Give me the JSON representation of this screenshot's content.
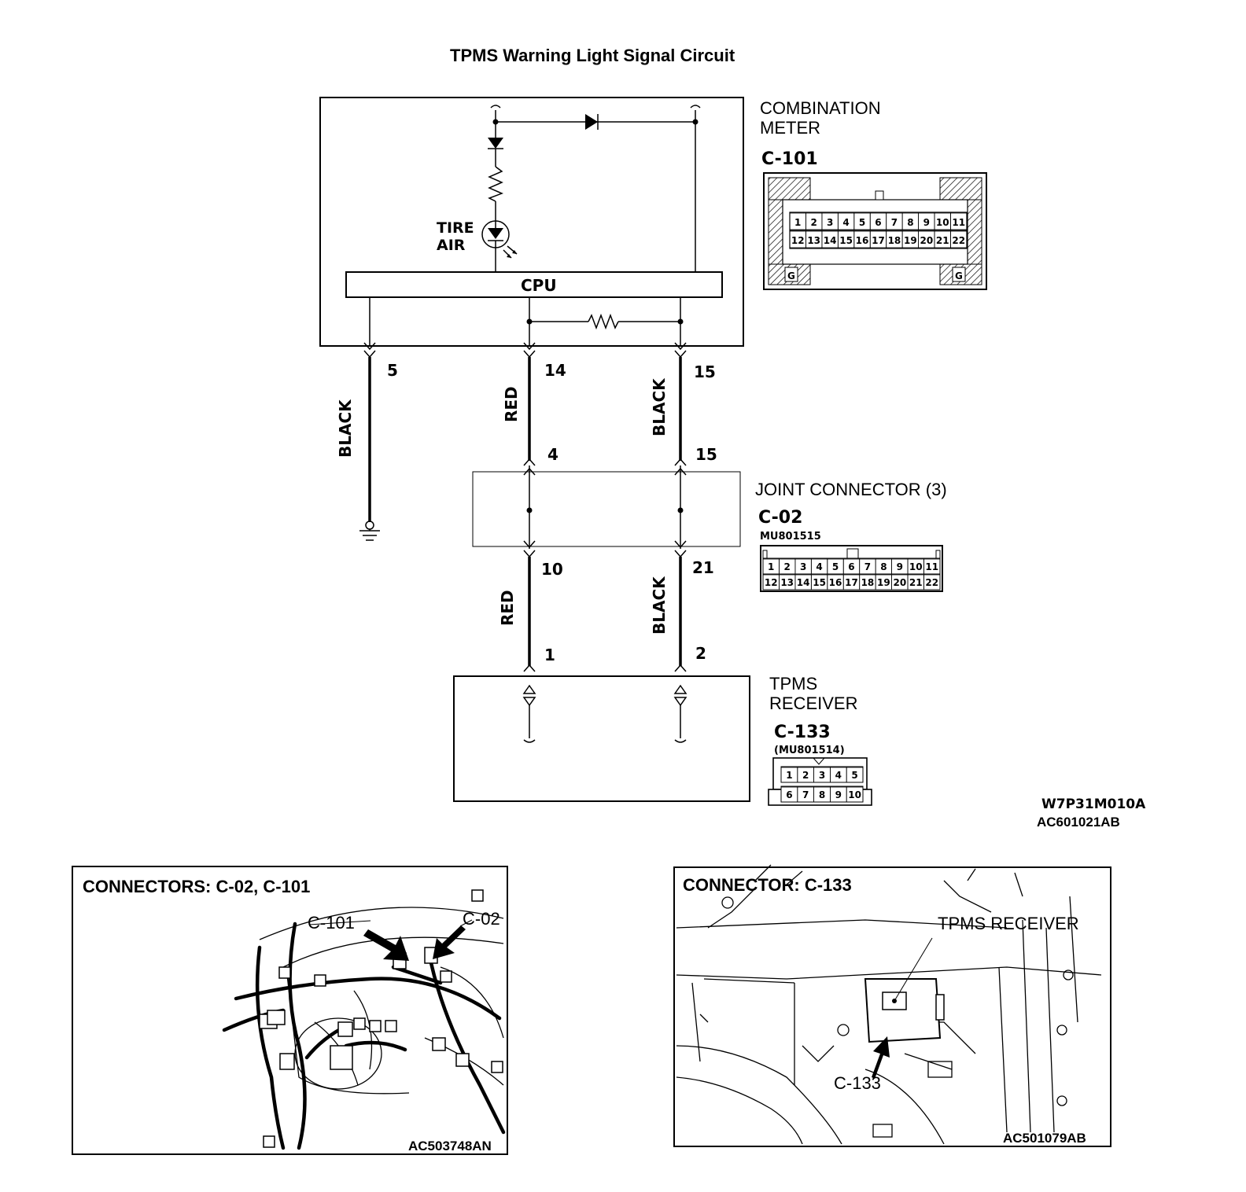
{
  "title": "TPMS Warning Light Signal Circuit",
  "combination_meter": {
    "name_line1": "COMBINATION",
    "name_line2": "METER",
    "connector": "C-101",
    "lamp_label_line1": "TIRE",
    "lamp_label_line2": "AIR",
    "cpu_label": "CPU",
    "ground_mark": "G",
    "pins_top": [
      "1",
      "2",
      "3",
      "4",
      "5",
      "6",
      "7",
      "8",
      "9",
      "10",
      "11"
    ],
    "pins_bottom": [
      "12",
      "13",
      "14",
      "15",
      "16",
      "17",
      "18",
      "19",
      "20",
      "21",
      "22"
    ]
  },
  "wires": {
    "pin5": "5",
    "pin14": "14",
    "pin15_top": "15",
    "color_black_ground": "BLACK",
    "color_red_upper": "RED",
    "color_black_upper": "BLACK",
    "jc_pin4": "4",
    "jc_pin15": "15",
    "jc_pin10": "10",
    "jc_pin21": "21",
    "color_red_lower": "RED",
    "color_black_lower": "BLACK",
    "rx_pin1": "1",
    "rx_pin2": "2"
  },
  "joint_connector": {
    "name": "JOINT CONNECTOR (3)",
    "connector": "C-02",
    "part_number": "MU801515",
    "pins_top": [
      "1",
      "2",
      "3",
      "4",
      "5",
      "6",
      "7",
      "8",
      "9",
      "10",
      "11"
    ],
    "pins_bottom": [
      "12",
      "13",
      "14",
      "15",
      "16",
      "17",
      "18",
      "19",
      "20",
      "21",
      "22"
    ]
  },
  "tpms_receiver": {
    "name_line1": "TPMS",
    "name_line2": "RECEIVER",
    "connector": "C-133",
    "part_number": "(MU801514)",
    "pins_top": [
      "1",
      "2",
      "3",
      "4",
      "5"
    ],
    "pins_bottom": [
      "6",
      "7",
      "8",
      "9",
      "10"
    ]
  },
  "codes": {
    "code1": "W7P31M010A",
    "code2": "AC601021AB"
  },
  "panel_left": {
    "title": "CONNECTORS: C-02, C-101",
    "label_c101": "C-101",
    "label_c02": "C-02",
    "code": "AC503748AN"
  },
  "panel_right": {
    "title": "CONNECTOR: C-133",
    "label_receiver": "TPMS RECEIVER",
    "label_c133": "C-133",
    "code": "AC501079AB"
  }
}
